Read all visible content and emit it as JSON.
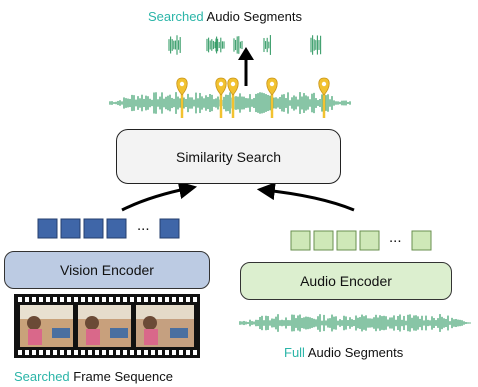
{
  "top_label": {
    "highlight": "Searched",
    "rest": " Audio Segments"
  },
  "similarity": {
    "label": "Similarity Search"
  },
  "vision": {
    "label": "Vision Encoder",
    "ellipsis": "..."
  },
  "audio": {
    "label": "Audio Encoder",
    "ellipsis": "..."
  },
  "full_audio": {
    "highlight": "Full",
    "rest": " Audio Segments"
  },
  "frames_label": {
    "highlight": "Searched",
    "rest": " Frame Sequence"
  },
  "colors": {
    "accent_text": "#2bb5a8",
    "waveform": "#3a9e6a",
    "marker": "#f2c230",
    "vision_token": "#3f66a8",
    "audio_token": "#cfe8b8",
    "vision_box": "#bccbe3",
    "audio_box": "#dcefcf",
    "search_box": "#f3f3f3"
  },
  "icons": [
    "arrow-up-icon",
    "location-pin-icon",
    "film-strip-icon",
    "curved-arrow-icon"
  ]
}
